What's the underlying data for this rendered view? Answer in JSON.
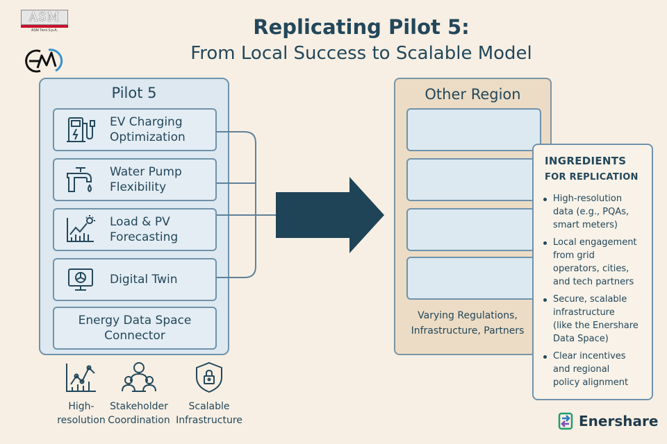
{
  "logos": {
    "asm": {
      "text": "ASM",
      "subtitle": "ASM Terni S.p.A."
    },
    "em": {
      "icon": "em-logo-icon"
    },
    "enershare": {
      "text": "Enershare",
      "icon": "enershare-logo-icon"
    }
  },
  "title": {
    "line1": "Replicating Pilot 5:",
    "line2": "From Local Success to Scalable Model"
  },
  "pilot": {
    "heading": "Pilot 5",
    "items": [
      {
        "line1": "EV Charging",
        "line2": "Optimization",
        "icon": "ev-charger-icon"
      },
      {
        "line1": "Water Pump",
        "line2": "Flexibility",
        "icon": "water-tap-icon"
      },
      {
        "line1": "Load & PV",
        "line2": "Forecasting",
        "icon": "pv-forecast-chart-icon"
      },
      {
        "line1": "Digital Twin",
        "line2": "",
        "icon": "monitor-icon"
      },
      {
        "line1": "Energy Data Space",
        "line2": "Connector",
        "icon": ""
      }
    ]
  },
  "region": {
    "heading": "Other Region",
    "caption_line1": "Varying Regulations,",
    "caption_line2": "Infrastructure, Partners"
  },
  "ingredients": {
    "title": "INGREDIENTS",
    "subtitle": "FOR REPLICATION",
    "items": [
      [
        "High-resolution",
        "data (e.g., PQAs,",
        "smart meters)"
      ],
      [
        "Local engagement",
        "from grid",
        "operators, cities,",
        "and tech partners"
      ],
      [
        "Secure, scalable",
        "infrastructure",
        "(like the Enershare",
        "Data Space)"
      ],
      [
        "Clear incentives",
        "and regional",
        "policy alignment"
      ]
    ]
  },
  "bottom": [
    {
      "line1": "High-",
      "line2": "resolution",
      "icon": "line-chart-icon"
    },
    {
      "line1": "Stakeholder",
      "line2": "Coordination",
      "icon": "people-group-icon"
    },
    {
      "line1": "Scalable",
      "line2": "Infrastructure",
      "icon": "shield-lock-icon"
    }
  ],
  "colors": {
    "background": "#f7efe4",
    "title": "#23475a",
    "pilot_panel": "#dde8f0",
    "region_panel": "#ecdcc5",
    "arrow": "#1f4357",
    "asm_red": "#c8102e"
  }
}
